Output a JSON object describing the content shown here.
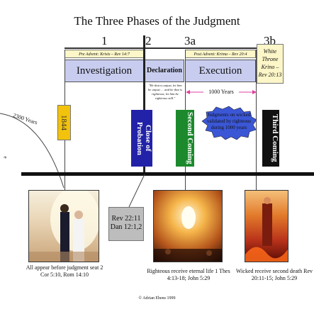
{
  "title": "The Three Phases of the Judgment",
  "phase_numbers": [
    "1",
    "2",
    "3a",
    "3b"
  ],
  "sub_headers": {
    "pre_advent": "Pre Advent: Krisis – Rev 14:7",
    "post_advent": "Post Advent: Krima – Rev 20:4"
  },
  "phases": {
    "investigation": "Investigation",
    "declaration": "Declaration",
    "execution": "Execution",
    "white_throne": "White Throne Krino – Rev 20:13"
  },
  "rev_quote": "\"He that is unjust, let him be unjust … and he that is righteous, let him be righteous still.\"",
  "thousand_years": "1000 Years",
  "judgments_bubble": "Judgments on wicked validated by righteous during 1000 years",
  "years_2300": "2300 Years",
  "events": {
    "e1844": "1844",
    "close": "Close of Probation",
    "second": "Second Coming",
    "third": "Third Coming"
  },
  "reference_box": "Rev 22:11 Dan 12:1,2",
  "left_mark": "e",
  "captions": {
    "judgment_seat": "All appear before judgment seat 2 Cor 5:10, Rom 14:10",
    "righteous": "Righteous receive eternal life 1 Thes 4:13-18; John 5:29",
    "wicked": "Wicked receive second death Rev 20:11-15; John 5:29"
  },
  "copyright": "© Adrian Ebens 1999",
  "colors": {
    "phase_box": "#c8cdf0",
    "sub_header": "#fdf6c8",
    "marker_1844": "#f2c20c",
    "close_probation": "#2222a8",
    "second_coming": "#1c8a2c",
    "third_coming": "#111111",
    "bubble": "#3b57d6",
    "reference_box": "#bdbdbd"
  }
}
